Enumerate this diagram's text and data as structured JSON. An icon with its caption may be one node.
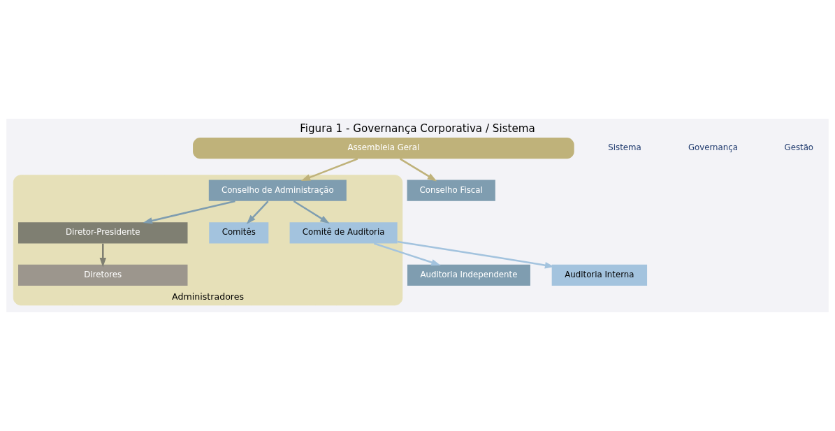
{
  "diagram": {
    "title": "Figura 1 - Governança Corporativa / Sistema",
    "nodes": [
      {
        "text": [
          "Assembleia Geral"
        ]
      },
      {
        "text": [
          "Auditoria Independente"
        ]
      },
      {
        "text": [
          "Administradores"
        ]
      },
      {
        "text": [
          "Conselho de Administração"
        ],
        "in": 2
      },
      {
        "text": [
          "Conselho Fiscal"
        ]
      },
      {
        "text": [
          "Auditoria Interna"
        ]
      },
      {
        "text": [
          "Comitê de Auditoria"
        ],
        "in": 2
      },
      {
        "text": [
          "Comitês"
        ],
        "in": 2
      },
      {
        "text": [
          "Diretor-Presidente"
        ],
        "in": 2
      },
      {
        "text": [
          "Diretores"
        ],
        "in": 2
      }
    ],
    "edges": [
      {
        "from": 0,
        "to": 3,
        "arrow": "to",
        "color": "#bfb27a"
      },
      {
        "from": 0,
        "to": 4,
        "arrow": "to",
        "color": "#bfb27a"
      },
      {
        "from": 3,
        "to": 6,
        "arrow": "to",
        "color": "#7f9db0"
      },
      {
        "from": 3,
        "to": 7,
        "arrow": "to",
        "color": "#7f9db0"
      },
      {
        "from": 3,
        "to": 8,
        "arrow": "to",
        "color": "#7f9db0"
      },
      {
        "from": 6,
        "to": 1,
        "arrow": "to",
        "color": "#a3c3de"
      },
      {
        "from": 6,
        "to": 5,
        "arrow": "to",
        "color": "#a3c3de"
      },
      {
        "from": 8,
        "to": 9,
        "arrow": "to",
        "color": "#7f7f72"
      }
    ],
    "labels": [
      "Sistema",
      "Governança",
      "Gestão"
    ]
  }
}
